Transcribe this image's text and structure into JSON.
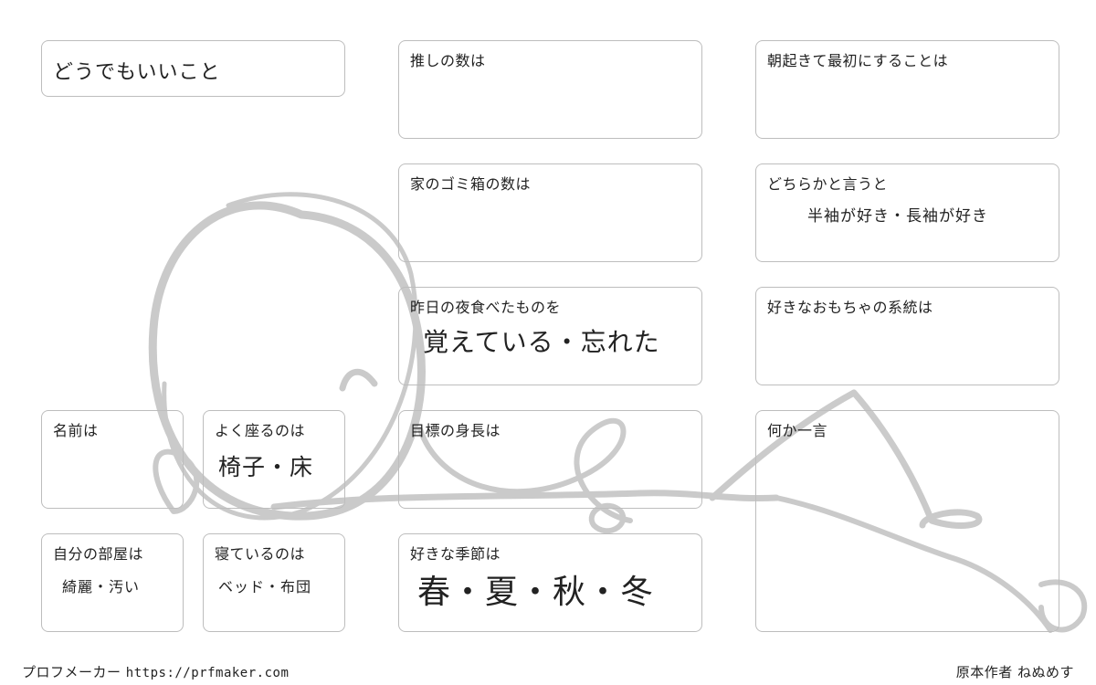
{
  "title": "どうでもいいこと",
  "boxes": {
    "oshi": {
      "label": "推しの数は"
    },
    "morning": {
      "label": "朝起きて最初にすることは"
    },
    "trash": {
      "label": "家のゴミ箱の数は"
    },
    "sleeve": {
      "label": "どちらかと言うと",
      "options": "半袖が好き・長袖が好き"
    },
    "dinner": {
      "label": "昨日の夜食べたものを",
      "options": "覚えている・忘れた"
    },
    "toy": {
      "label": "好きなおもちゃの系統は"
    },
    "name": {
      "label": "名前は"
    },
    "sit": {
      "label": "よく座るのは",
      "options": "椅子・床"
    },
    "height": {
      "label": "目標の身長は"
    },
    "comment": {
      "label": "何か一言"
    },
    "room": {
      "label": "自分の部屋は",
      "options": "綺麗・汚い"
    },
    "sleep": {
      "label": "寝ているのは",
      "options": "ベッド・布団"
    },
    "season": {
      "label": "好きな季節は",
      "options": "春・夏・秋・冬"
    }
  },
  "footer": {
    "brand": "プロフメーカー",
    "url": "https://prfmaker.com",
    "author_prefix": "原本作者",
    "author": "ねぬめす"
  },
  "colors": {
    "border": "#bdbdbd",
    "text": "#222222",
    "watermark": "#9e9e9e"
  }
}
